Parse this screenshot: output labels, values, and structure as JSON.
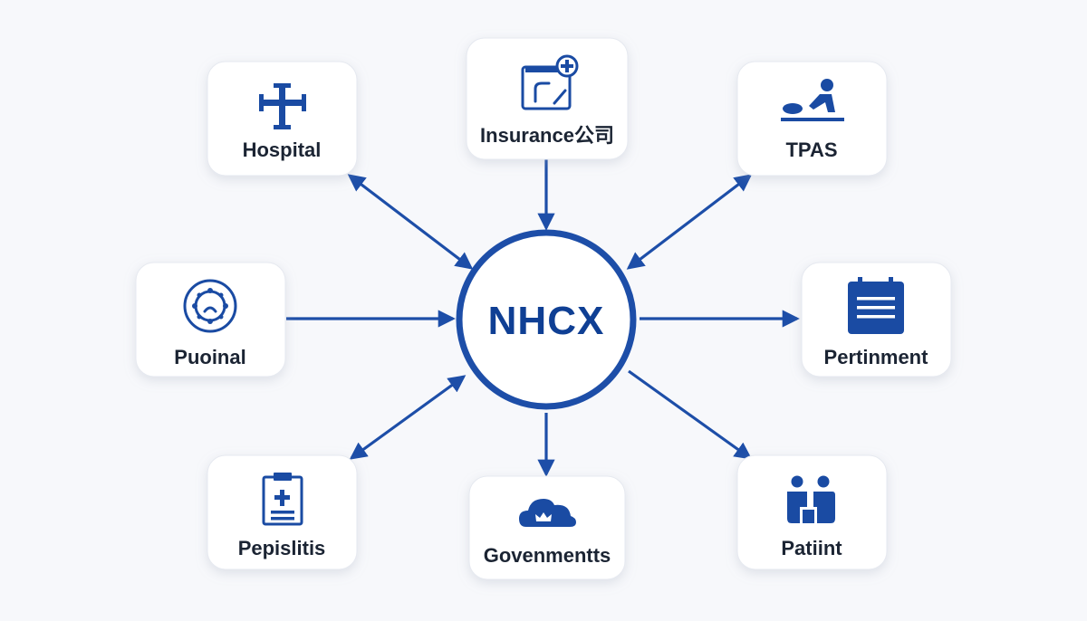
{
  "center": {
    "label": "NHCX"
  },
  "nodes": {
    "hospital": {
      "label": "Hospital",
      "icon": "hospital-cross-icon"
    },
    "insurance": {
      "label": "Insurance公司",
      "icon": "insurance-document-icon"
    },
    "tpas": {
      "label": "TPAS",
      "icon": "therapy-person-icon"
    },
    "puoinal": {
      "label": "Puoinal",
      "icon": "gear-circle-icon"
    },
    "pertinment": {
      "label": "Pertinment",
      "icon": "list-document-icon"
    },
    "pepislitis": {
      "label": "Pepislitis",
      "icon": "clipboard-plus-icon"
    },
    "govenments": {
      "label": "Govenmentts",
      "icon": "cloud-icon"
    },
    "patiint": {
      "label": "Patiint",
      "icon": "people-icon"
    }
  },
  "colors": {
    "accent": "#1d4ea8",
    "center_text": "#0f3f94",
    "card_bg": "#ffffff",
    "page_bg": "#f7f8fb",
    "label_text": "#1b2433"
  }
}
